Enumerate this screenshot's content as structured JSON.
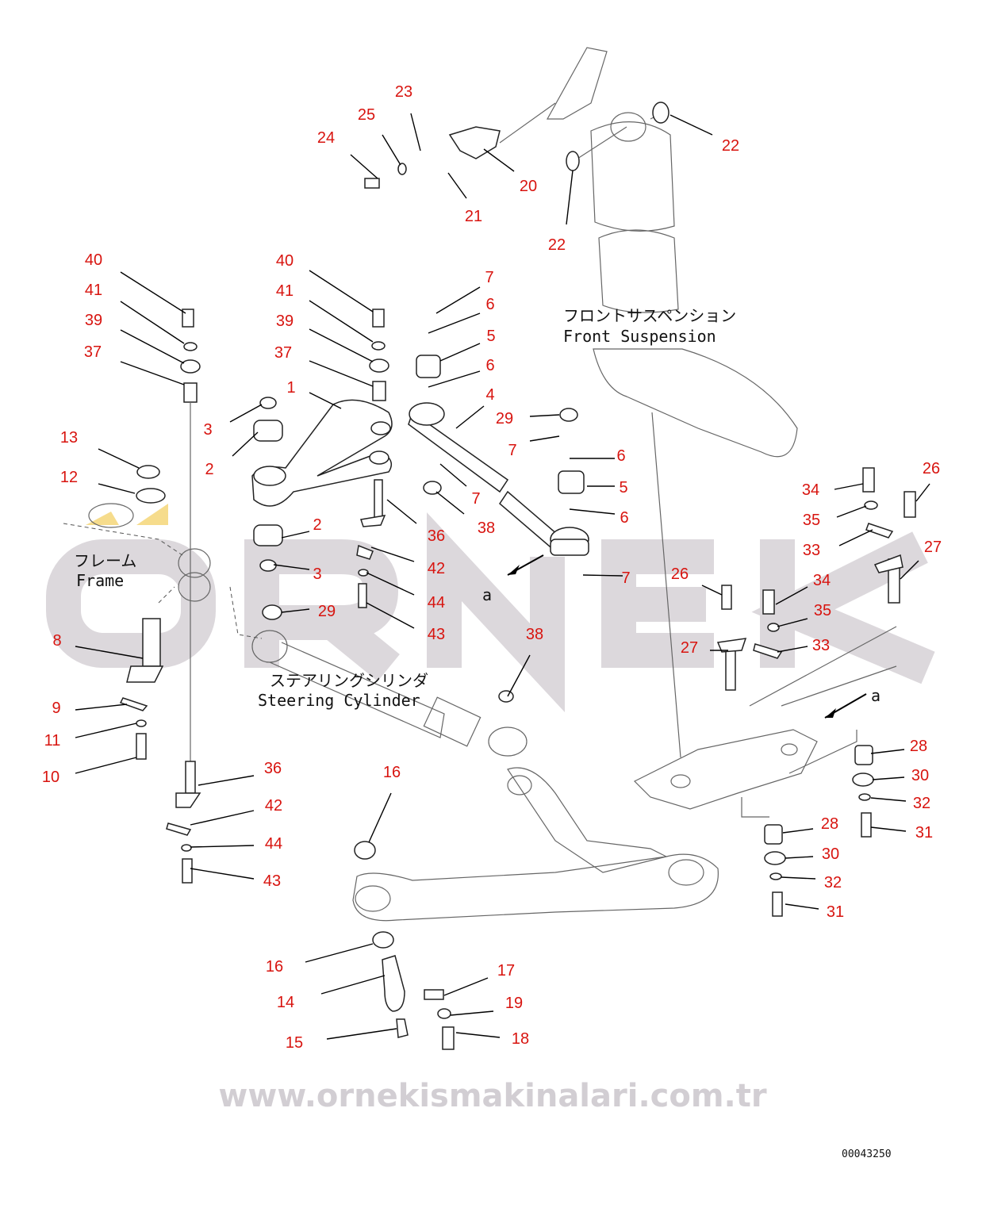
{
  "watermark": {
    "brand": "ORNEK",
    "url": "www.ornekismakinalari.com.tr"
  },
  "notes": {
    "front_suspension_jp": "フロントサスペンション",
    "front_suspension_en": "Front Suspension",
    "frame_jp": "フレーム",
    "frame_en": "Frame",
    "steering_cylinder_jp": "ステアリングシリンダ",
    "steering_cylinder_en": "Steering Cylinder",
    "view_a_1": "a",
    "view_a_2": "a"
  },
  "figure_number": "00043250",
  "callouts": [
    "23",
    "25",
    "24",
    "20",
    "21",
    "22",
    "22",
    "40",
    "41",
    "39",
    "37",
    "40",
    "41",
    "39",
    "37",
    "1",
    "3",
    "2",
    "13",
    "12",
    "7",
    "6",
    "5",
    "6",
    "4",
    "29",
    "7",
    "6",
    "5",
    "6",
    "7",
    "38",
    "36",
    "2",
    "3",
    "29",
    "42",
    "44",
    "43",
    "7",
    "38",
    "26",
    "27",
    "34",
    "35",
    "33",
    "26",
    "27",
    "34",
    "35",
    "33",
    "8",
    "9",
    "11",
    "10",
    "36",
    "42",
    "44",
    "43",
    "16",
    "28",
    "30",
    "32",
    "31",
    "28",
    "30",
    "32",
    "31",
    "16",
    "14",
    "15",
    "17",
    "19",
    "18"
  ],
  "colors": {
    "callout": "#d8140f",
    "watermark": "#c9c4ca"
  }
}
